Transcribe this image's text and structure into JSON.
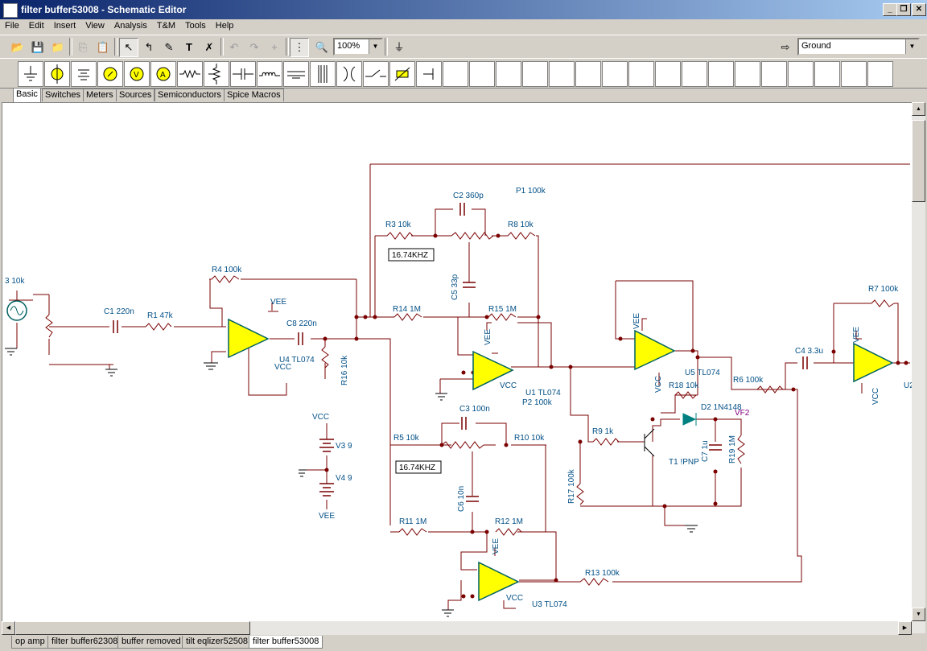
{
  "window": {
    "title": "filter buffer53008 - Schematic Editor"
  },
  "menu": [
    "File",
    "Edit",
    "Insert",
    "View",
    "Analysis",
    "T&M",
    "Tools",
    "Help"
  ],
  "toolbar": {
    "zoom": "100%",
    "ground_combo": "Ground"
  },
  "component_tabs": [
    "Basic",
    "Switches",
    "Meters",
    "Sources",
    "Semiconductors",
    "Spice Macros"
  ],
  "document_tabs": [
    "op amp",
    "filter buffer62308",
    "buffer removed",
    "tilt eqlizer52508",
    "filter buffer53008"
  ],
  "schematic": {
    "labels": {
      "p3": "3 10k",
      "c1": "C1 220n",
      "r1": "R1 47k",
      "r4": "R4 100k",
      "vee1": "VEE",
      "c8": "C8 220n",
      "u4": "U4 TL074",
      "vcc1": "VCC",
      "r16": "R16 10k",
      "vcc2": "VCC",
      "v3": "V3 9",
      "v4": "V4 9",
      "vee2": "VEE",
      "c2": "C2 360p",
      "p1": "P1 100k",
      "r3": "R3 10k",
      "r8": "R8 10k",
      "freq1": "16.74KHZ",
      "c5": "C5 33p",
      "r14": "R14 1M",
      "r15": "R15 1M",
      "vee3": "VEE",
      "u1": "U1 TL074",
      "vcc3": "VCC",
      "p2": "P2 100k",
      "c3": "C3 100n",
      "r5": "R5 10k",
      "r10": "R10 10k",
      "freq2": "16.74KHZ",
      "c6": "C6 10n",
      "r11": "R11 1M",
      "r12": "R12 1M",
      "vee4": "VEE",
      "vcc4": "VCC",
      "u3": "U3 TL074",
      "r13": "R13 100k",
      "vee5": "VEE",
      "vcc5": "VCC",
      "u5": "U5 TL074",
      "r18": "R18 10k",
      "r6": "R6 100k",
      "d2": "D2 1N4148",
      "vf2": "VF2",
      "r9": "R9 1k",
      "t1": "T1 !PNP",
      "c7": "C7 1u",
      "r19": "R19 1M",
      "r17": "R17 100k",
      "c4": "C4 3.3u",
      "r7": "R7 100k",
      "vee6": "VEE",
      "vcc6": "VCC",
      "u2": "U2"
    }
  },
  "colors": {
    "wire": "#7a0000",
    "opamp_fill": "#ffff00",
    "opamp_stroke": "#006060",
    "label": "#004f86",
    "vf": "#800080"
  }
}
